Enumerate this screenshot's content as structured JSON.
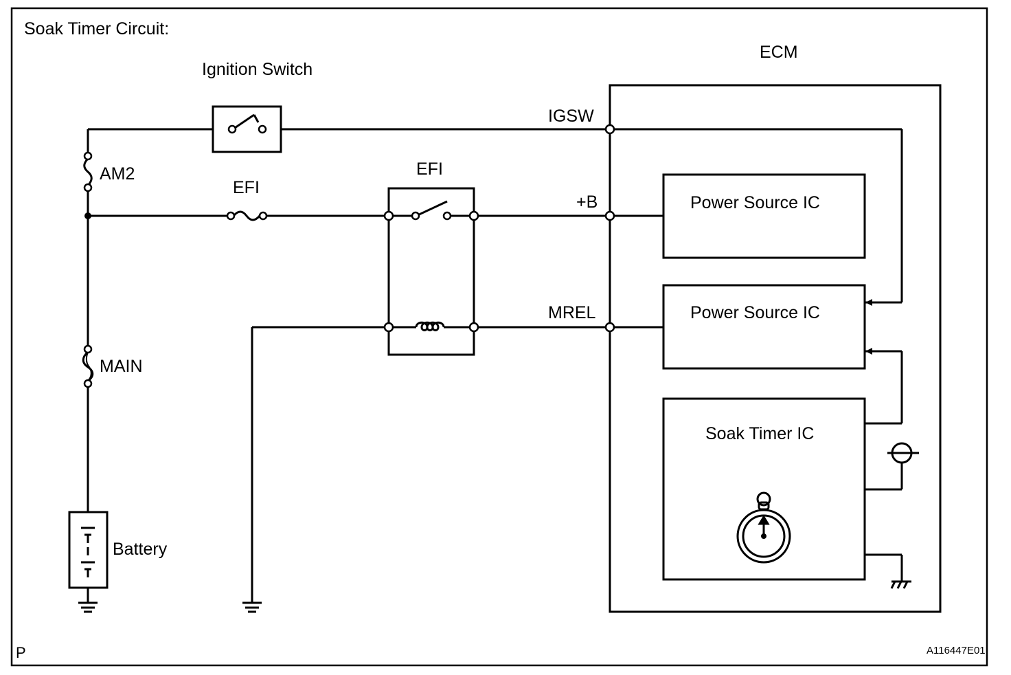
{
  "title": "Soak Timer Circuit:",
  "labels": {
    "ignition_switch": "Ignition Switch",
    "ecm": "ECM",
    "am2": "AM2",
    "efi_fuse": "EFI",
    "efi_relay": "EFI",
    "main": "MAIN",
    "battery": "Battery",
    "igsw": "IGSW",
    "plus_b": "+B",
    "mrel": "MREL",
    "power_source_ic_1": "Power Source IC",
    "power_source_ic_2": "Power Source IC",
    "soak_timer_ic": "Soak Timer IC"
  },
  "footer": {
    "corner_left": "P",
    "figure_id": "A116447E01"
  }
}
